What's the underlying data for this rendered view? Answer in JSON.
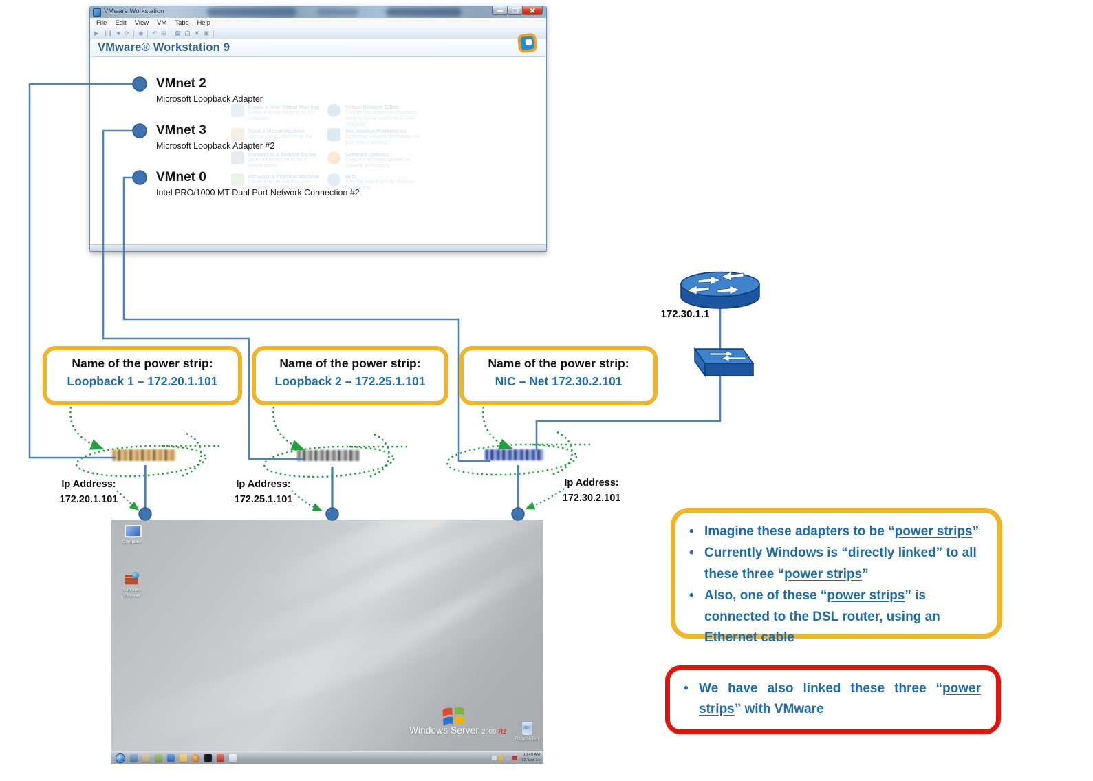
{
  "colors": {
    "accent_gold": "#F0B429",
    "accent_red": "#E3120B",
    "text_blue": "#1B6CB5",
    "line_blue": "#4F81BD",
    "green": "#21A23C"
  },
  "vmware": {
    "window_title": "VMware Workstation",
    "menu": [
      "File",
      "Edit",
      "View",
      "VM",
      "Tabs",
      "Help"
    ],
    "toolbar_icons": [
      {
        "name": "power-on",
        "glyph": "▶"
      },
      {
        "name": "suspend",
        "glyph": "❙❙"
      },
      {
        "name": "power-off",
        "glyph": "■"
      },
      {
        "name": "reset",
        "glyph": "⟳"
      },
      {
        "name": "snapshot",
        "glyph": "◉"
      },
      {
        "name": "revert-snapshot",
        "glyph": "↶"
      },
      {
        "name": "manage-snapshots",
        "glyph": "⊞"
      },
      {
        "name": "show-library",
        "glyph": "▤"
      },
      {
        "name": "show-thumbnails",
        "glyph": "▢"
      },
      {
        "name": "unity-mode",
        "glyph": "✕"
      },
      {
        "name": "console-view",
        "glyph": "▣"
      }
    ],
    "brand": "VMware® Workstation 9",
    "vmnets": [
      {
        "name": "VMnet 2",
        "desc": "Microsoft Loopback Adapter"
      },
      {
        "name": "VMnet 3",
        "desc": "Microsoft Loopback Adapter #2"
      },
      {
        "name": "VMnet 0",
        "desc": "Intel PRO/1000 MT Dual Port Network Connection #2"
      }
    ],
    "home_left": [
      {
        "title": "Create a New Virtual Machine",
        "desc": "Create a virtual machine on this computer."
      },
      {
        "title": "Open a Virtual Machine",
        "desc": "Open a virtual machine on this computer."
      },
      {
        "title": "Connect to a Remote Server",
        "desc": "Open virtual machines on a remote server."
      },
      {
        "title": "Virtualize a Physical Machine",
        "desc": "Create a virtual machine from an existing physical machine."
      }
    ],
    "home_right": [
      {
        "title": "Virtual Network Editor",
        "desc": "Change the network configuration used by virtual machines on this computer."
      },
      {
        "title": "Workstation Preferences",
        "desc": "Customize VMware Workstation to your way of working."
      },
      {
        "title": "Software Updates",
        "desc": "Check for software updates for VMware Workstation."
      },
      {
        "title": "Help",
        "desc": "View the help topics for VMware Workstation."
      }
    ]
  },
  "callouts": [
    {
      "label": "Name of the power strip:",
      "value": "Loopback 1 – 172.20.1.101"
    },
    {
      "label": "Name of the power strip:",
      "value": "Loopback 2 – 172.25.1.101"
    },
    {
      "label": "Name of the power strip:",
      "value": "NIC – Net 172.30.2.101"
    }
  ],
  "router": {
    "ip": "172.30.1.1"
  },
  "ip_labels": [
    {
      "label": "Ip Address:",
      "value": "172.20.1.101"
    },
    {
      "label": "Ip Address:",
      "value": "172.25.1.101"
    },
    {
      "label": "Ip Address:",
      "value": "172.30.2.101"
    }
  ],
  "notes": {
    "yellow": [
      {
        "pre": "Imagine these adapters to be “",
        "link": "power strips",
        "post": "”"
      },
      {
        "pre": "Currently Windows is “directly linked” to all these three “",
        "link": "power strips",
        "post": "”"
      },
      {
        "pre": "Also, one of these “",
        "link": "power strips",
        "post": "” is connected to the DSL router, using an Ethernet cable"
      }
    ],
    "red": [
      {
        "pre": "We have also linked these three “",
        "link": "power strips",
        "post": "” with VMware"
      }
    ]
  },
  "desktop": {
    "icons": [
      {
        "label": "Computer"
      },
      {
        "label": "Windows Firewall"
      }
    ],
    "logo": {
      "brand": "Windows Server",
      "year": "2008",
      "edition": "R2"
    },
    "recycle_bin": "Recycle Bin",
    "taskbar": {
      "time": "10:49 AM",
      "date": "12-Mar-14"
    }
  }
}
